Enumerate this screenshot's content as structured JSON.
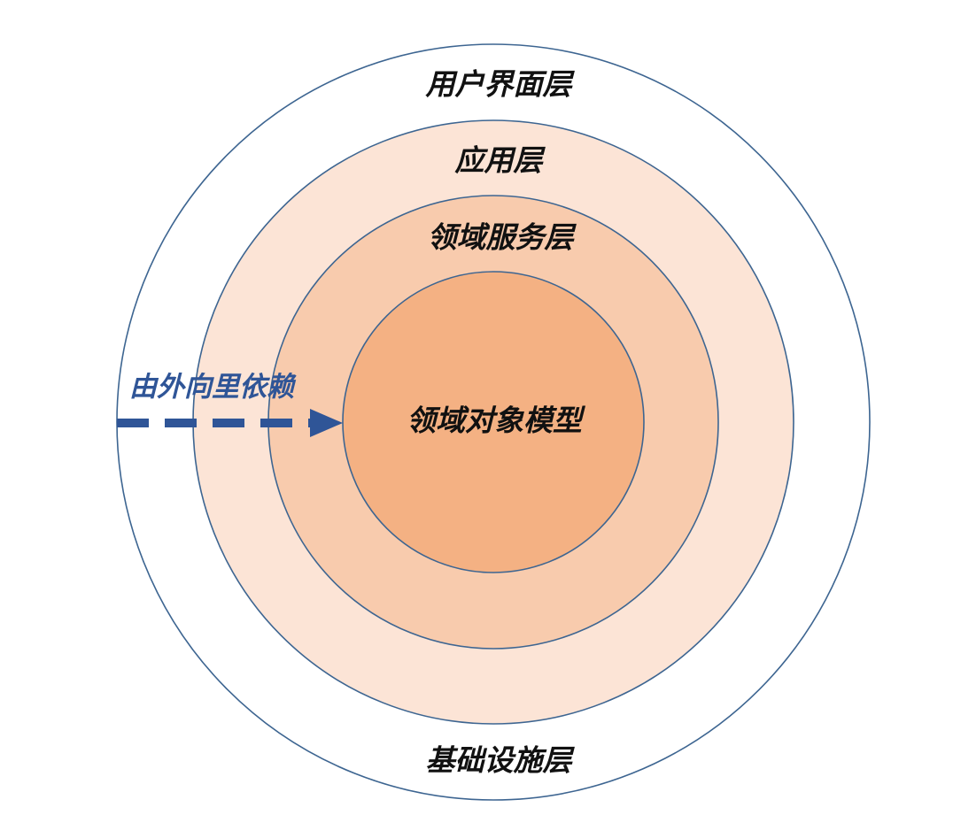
{
  "layers": {
    "ui": {
      "label": "用户界面层",
      "fill": "#ffffff"
    },
    "application": {
      "label": "应用层",
      "fill": "#fce4d6"
    },
    "domain_service": {
      "label": "领域服务层",
      "fill": "#f8cbad"
    },
    "domain_model": {
      "label": "领域对象模型",
      "fill": "#f4b183"
    },
    "infrastructure": {
      "label": "基础设施层"
    }
  },
  "arrow": {
    "label": "由外向里依赖",
    "color": "#2f5597"
  },
  "colors": {
    "ring_stroke": "#3d6591",
    "text": "#111111"
  }
}
